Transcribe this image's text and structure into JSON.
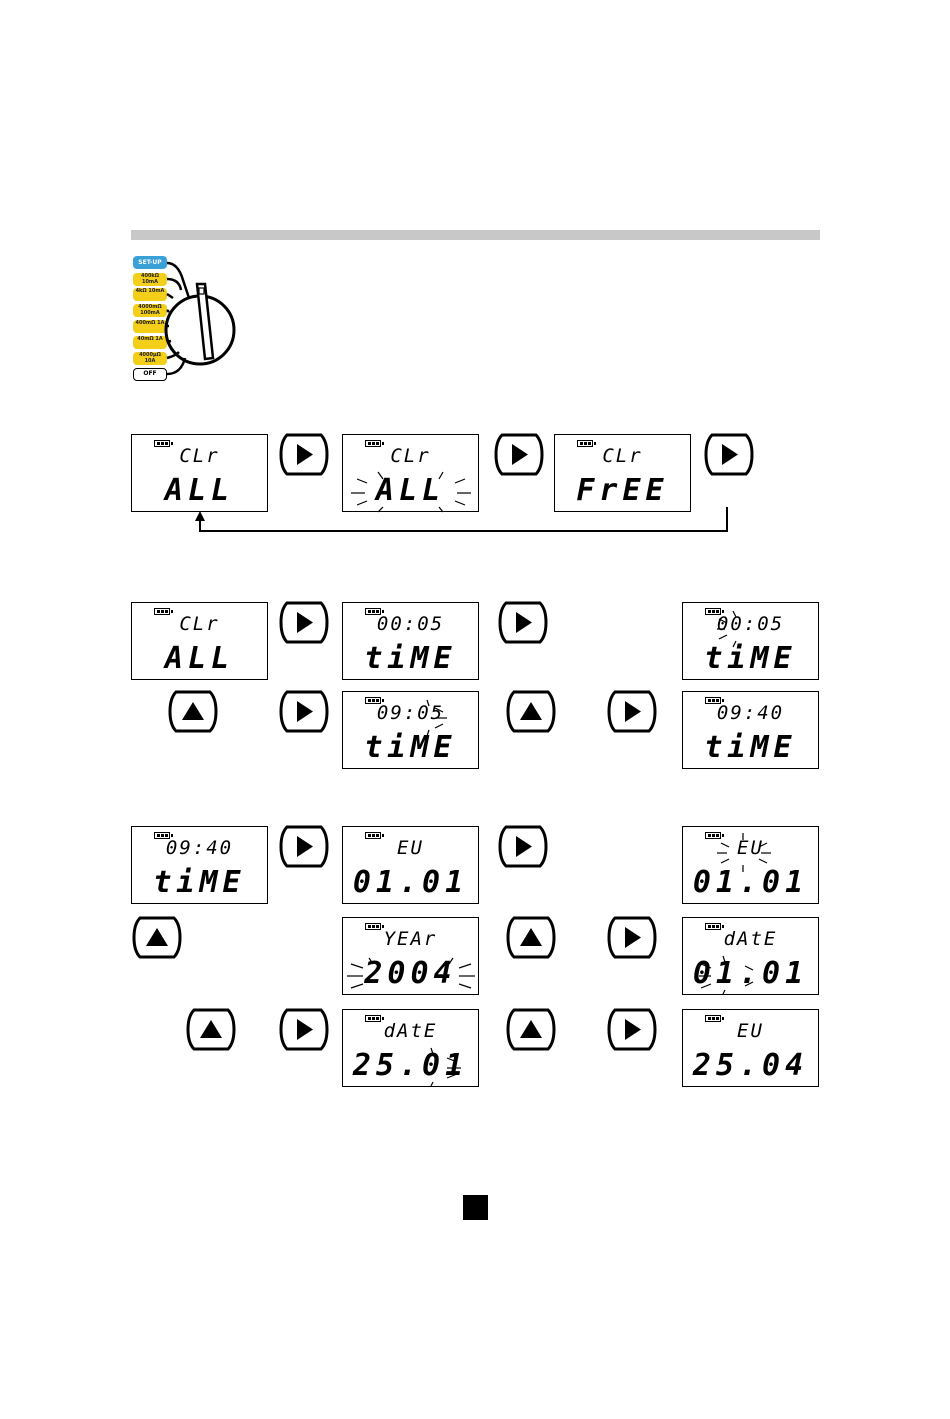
{
  "switch": {
    "positions": [
      {
        "label": "SET-UP",
        "color": "#3aa0d8"
      },
      {
        "label": "400kΩ 10mA",
        "color": "#f3cf1a"
      },
      {
        "label": "4kΩ 10mA",
        "color": "#f3cf1a"
      },
      {
        "label": "4000mΩ 100mA",
        "color": "#f3cf1a"
      },
      {
        "label": "400mΩ 1A",
        "color": "#f3cf1a"
      },
      {
        "label": "40mΩ 1A",
        "color": "#f3cf1a"
      },
      {
        "label": "4000μΩ 10A",
        "color": "#f3cf1a"
      },
      {
        "label": "OFF",
        "color": "#ffffff"
      }
    ]
  },
  "displays": {
    "clr1": {
      "line1": "CLr",
      "line2": "ALL"
    },
    "clr2": {
      "line1": "CLr",
      "line2": "ALL"
    },
    "clr3": {
      "line1": "CLr",
      "line2": "FrEE"
    },
    "t1": {
      "line1": "CLr",
      "line2": "ALL"
    },
    "t2": {
      "line1": "00:05",
      "line2": "tiME"
    },
    "t3": {
      "line1": "00:05",
      "line2": "tiME"
    },
    "t4": {
      "line1": "09:05",
      "line2": "tiME"
    },
    "t5": {
      "line1": "09:40",
      "line2": "tiME"
    },
    "d1": {
      "line1": "09:40",
      "line2": "tiME"
    },
    "d2": {
      "line1": "EU",
      "line2": "01.01"
    },
    "d3": {
      "line1": "EU",
      "line2": "01.01"
    },
    "d4": {
      "line1": "YEAr",
      "line2": "2004"
    },
    "d5": {
      "line1": "dAtE",
      "line2": "01.01"
    },
    "d6": {
      "line1": "dAtE",
      "line2": "25.01"
    },
    "d7": {
      "line1": "EU",
      "line2": "25.04"
    }
  }
}
